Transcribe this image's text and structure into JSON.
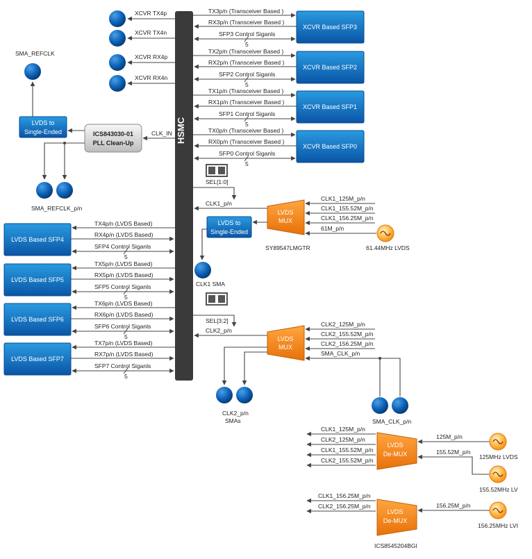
{
  "hsmc": {
    "label": "HSMC"
  },
  "top_xcvr": [
    {
      "label": "XCVR TX4p"
    },
    {
      "label": "XCVR TX4n"
    },
    {
      "label": "XCVR RX4p"
    },
    {
      "label": "XCVR RX4n"
    }
  ],
  "sma_refclk": {
    "label": "SMA_REFCLK"
  },
  "lvds_se_1": {
    "line1": "LVDS to",
    "line2": "Single-Ended"
  },
  "pll": {
    "line1": "ICS843030-01",
    "line2": "PLL Clean-Up",
    "clk_in": "CLK_IN"
  },
  "sma_refclk_pn": {
    "label": "SMA_REFCLK_p/n"
  },
  "xcvr_sfp": [
    {
      "name": "XCVR Based SFP3",
      "tx": "TX3p/n (Transceiver Based )",
      "rx": "RX3p/n (Transceiver Based )",
      "ctrl": "SFP3 Control Siganls",
      "bus": "5"
    },
    {
      "name": "XCVR Based SFP2",
      "tx": "TX2p/n (Transceiver Based )",
      "rx": "RX2p/n  (Transceiver Based )",
      "ctrl": "SFP2 Control Siganls",
      "bus": "5"
    },
    {
      "name": "XCVR Based SFP1",
      "tx": "TX1p/n (Transceiver Based )",
      "rx": "RX1p/n (Transceiver Based )",
      "ctrl": "SFP1 Control Siganls",
      "bus": "5"
    },
    {
      "name": "XCVR Based SFP0",
      "tx": "TX0p/n (Transceiver Based )",
      "rx": "RX0p/n (Transceiver Based )",
      "ctrl": "SFP0 Control Siganls",
      "bus": "5"
    }
  ],
  "lvds_sfp": [
    {
      "name": "LVDS Based SFP4",
      "tx": "TX4p/n (LVDS Based)",
      "rx": "RX4p/n (LVDS Based)",
      "ctrl": "SFP4 Control Siganls",
      "bus": "5"
    },
    {
      "name": "LVDS Based SFP5",
      "tx": "TX5p/n (LVDS Based)",
      "rx": "RX5p/n (LVDS Based)",
      "ctrl": "SFP5 Control Siganls",
      "bus": "5"
    },
    {
      "name": "LVDS Based SFP6",
      "tx": "TX6p/n (LVDS Based)",
      "rx": "RX6p/n (LVDS Based)",
      "ctrl": "SFP6 Control Siganls",
      "bus": "5"
    },
    {
      "name": "LVDS Based SFP7",
      "tx": "TX7p/n (LVDS Based)",
      "rx": "RX7p/n (LVDS Based)",
      "ctrl": "SFP7 Control Siganls",
      "bus": "5"
    }
  ],
  "mux1": {
    "line1": "LVDS",
    "line2": "MUX",
    "part": "SY89547LMGTR",
    "sel": "SEL[1:0]",
    "out": "CLK1_p/n",
    "inputs": [
      "CLK1_125M_p/n",
      "CLK1_155.52M_p/n",
      "CLK1_156.25M_p/n",
      "61M_p/n"
    ],
    "osc": "61.44MHz LVDS"
  },
  "lvds_se_2": {
    "line1": "LVDS to",
    "line2": "Single-Ended"
  },
  "clk1_sma": {
    "label": "CLK1 SMA"
  },
  "mux2": {
    "line1": "LVDS",
    "line2": "MUX",
    "sel": "SEL[3:2]",
    "out": "CLK2_p/n",
    "inputs": [
      "CLK2_125M_p/n",
      "CLK2_155.52M_p/n",
      "CLK2_156.25M_p/n",
      "SMA_CLK_p/n"
    ]
  },
  "clk2_smas": {
    "line1": "CLK2_p/n",
    "line2": "SMAs"
  },
  "sma_clk": {
    "label": "SMA_CLK_p/n"
  },
  "demux1": {
    "line1": "LVDS",
    "line2": "De-MUX",
    "outputs": [
      "CLK1_125M_p/n",
      "CLK2_125M_p/n",
      "CLK1_155.52M_p/n",
      "CLK2_155.52M_p/n"
    ],
    "in1": "125M_p/n",
    "in2": "155.52M_p/n",
    "osc1": "125MHz LVDS",
    "osc2": "155.52MHz LV"
  },
  "demux2": {
    "line1": "LVDS",
    "line2": "De-MUX",
    "part": "ICS8545204BGI",
    "outputs": [
      "CLK1_156.25M_p/n",
      "CLK2_156.25M_p/n"
    ],
    "in1": "156.25M_p/n",
    "osc": "156.25MHz LVI"
  }
}
